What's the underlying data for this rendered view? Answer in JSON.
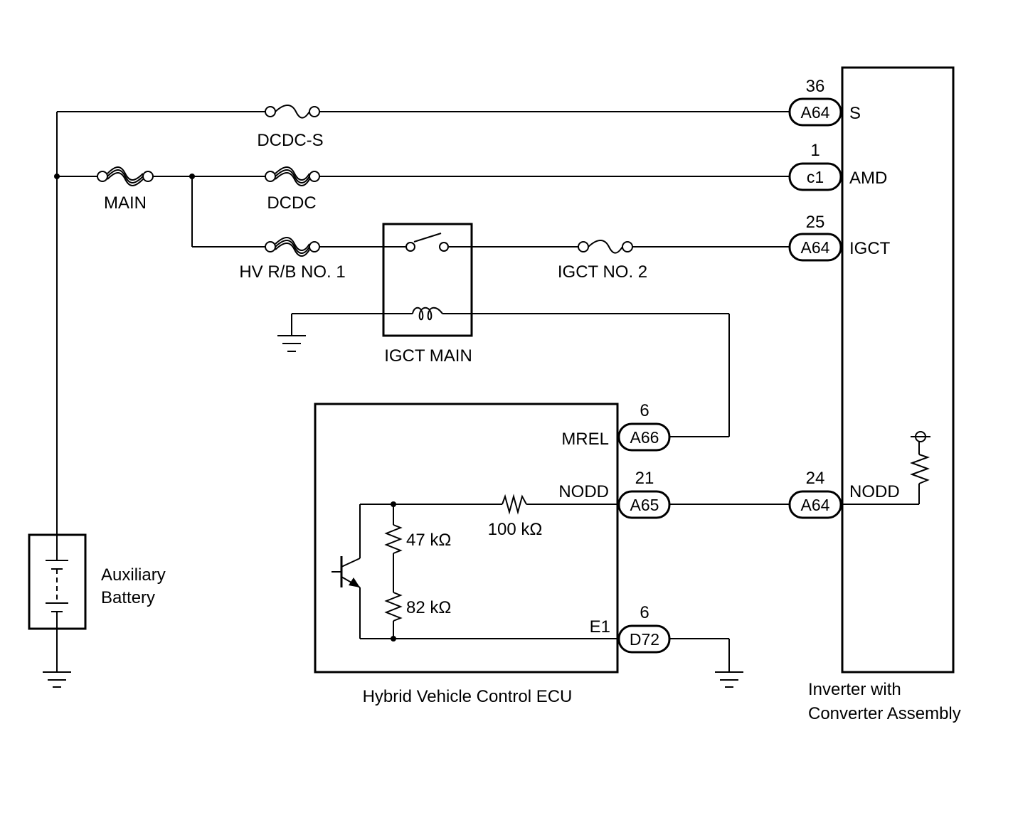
{
  "fuses": {
    "dcdc_s": "DCDC-S",
    "main": "MAIN",
    "dcdc": "DCDC",
    "hv_rb_no1": "HV R/B NO. 1",
    "igct_no2": "IGCT NO. 2"
  },
  "relay": {
    "label": "IGCT MAIN"
  },
  "battery": {
    "line1": "Auxiliary",
    "line2": "Battery"
  },
  "ecu": {
    "name": "Hybrid Vehicle Control ECU",
    "terminals": {
      "mrel": "MREL",
      "nodd": "NODD",
      "e1": "E1"
    },
    "resistors": {
      "r1": "100 kΩ",
      "r2": "47 kΩ",
      "r3": "82 kΩ"
    }
  },
  "inverter": {
    "line1": "Inverter with",
    "line2": "Converter Assembly",
    "terminals": {
      "s": "S",
      "amd": "AMD",
      "igct": "IGCT",
      "nodd": "NODD"
    }
  },
  "connectors": {
    "inv_s": {
      "id": "A64",
      "pin": "36"
    },
    "inv_amd": {
      "id": "c1",
      "pin": "1"
    },
    "inv_igct": {
      "id": "A64",
      "pin": "25"
    },
    "inv_nodd": {
      "id": "A64",
      "pin": "24"
    },
    "ecu_mrel": {
      "id": "A66",
      "pin": "6"
    },
    "ecu_nodd": {
      "id": "A65",
      "pin": "21"
    },
    "ecu_e1": {
      "id": "D72",
      "pin": "6"
    }
  }
}
